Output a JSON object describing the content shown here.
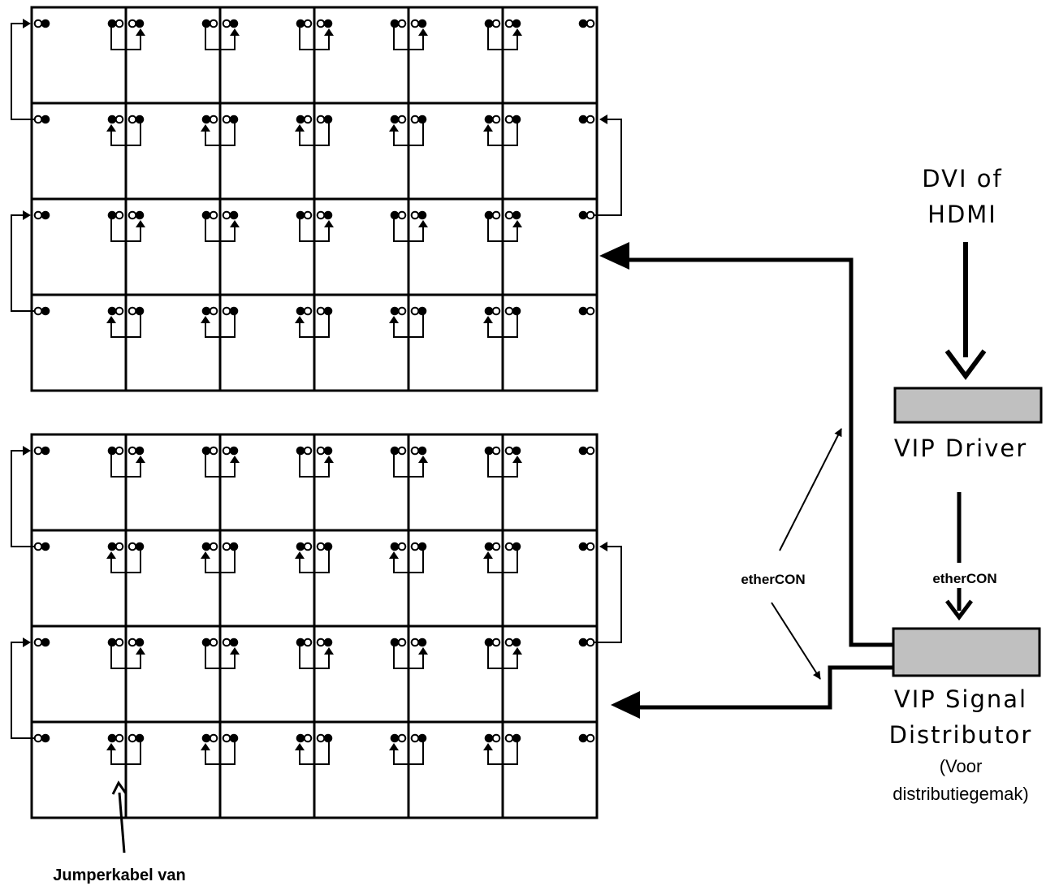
{
  "walls": {
    "columns": 6,
    "rows": 4,
    "count": 2
  },
  "labels": {
    "input_line1": "DVI of",
    "input_line2": "HDMI",
    "driver": "VIP Driver",
    "ethercon_right": "etherCON",
    "ethercon_left": "etherCON",
    "distributor_line1": "VIP Signal",
    "distributor_line2": "Distributor",
    "distributor_note1": "(Voor",
    "distributor_note2": "distributiegemak)",
    "jumper_caption": "Jumperkabel van"
  },
  "colors": {
    "box_fill": "#c0c0c0",
    "line": "#000000"
  }
}
